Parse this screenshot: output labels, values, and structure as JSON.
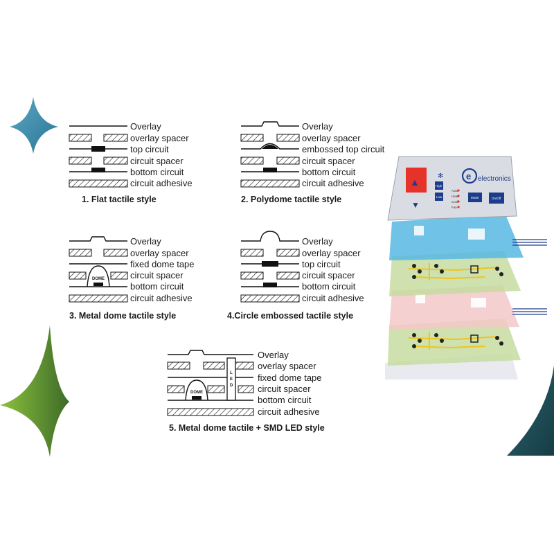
{
  "colors": {
    "star_blue": "#3d8fae",
    "star_green": "#6aa034",
    "corner_teal": "#1f4b55",
    "ink": "#111111",
    "panel_gray": "#d9dde3",
    "display_red": "#e5332a",
    "button_blue": "#1d3c8c",
    "layer_blue": "#57b9e3",
    "layer_green": "#c5dca0",
    "layer_pink": "#f3c8c8",
    "layer_clear": "#e6e8ee",
    "trace_yellow": "#f0c419"
  },
  "diagrams": [
    {
      "id": "flat",
      "caption": "1. Flat  tactile style",
      "labels": [
        "Overlay",
        "overlay spacer",
        "top circuit",
        "circuit spacer",
        "bottom circuit",
        "circuit adhesive"
      ]
    },
    {
      "id": "polydome",
      "caption": "2. Polydome tactile style",
      "labels": [
        "Overlay",
        "overlay spacer",
        "embossed top circuit",
        "circuit spacer",
        "bottom circuit",
        "circuit adhesive"
      ]
    },
    {
      "id": "metal_dome",
      "caption": "3. Metal dome tactile style",
      "labels": [
        "Overlay",
        "overlay spacer",
        "fixed dome tape",
        "circuit spacer",
        "bottom circuit",
        "circuit adhesive"
      ],
      "dome_text": "DOME"
    },
    {
      "id": "circle_embossed",
      "caption": "4.Circle embossed tactile style",
      "labels": [
        "Overlay",
        "overlay spacer",
        "top circuit",
        "circuit spacer",
        "bottom circuit",
        "circuit adhesive"
      ]
    },
    {
      "id": "metal_dome_led",
      "caption": "5. Metal dome tactile + SMD LED style",
      "labels": [
        "Overlay",
        "overlay spacer",
        "fixed dome tape",
        "circuit spacer",
        "bottom circuit",
        "circuit adhesive"
      ],
      "dome_text": "DOME",
      "led_text": [
        "L",
        "E",
        "D"
      ]
    }
  ],
  "panel": {
    "brand": "electronics",
    "buttons": [
      "High",
      "Low",
      "Mode",
      "On/Off"
    ],
    "indicators": [
      "Auto",
      "Heat",
      "Cool",
      "Fan"
    ]
  },
  "icons": [
    "star-blue-icon",
    "star-green-icon",
    "logo-e-icon",
    "fan-icon",
    "arrow-up-icon",
    "arrow-down-icon"
  ]
}
